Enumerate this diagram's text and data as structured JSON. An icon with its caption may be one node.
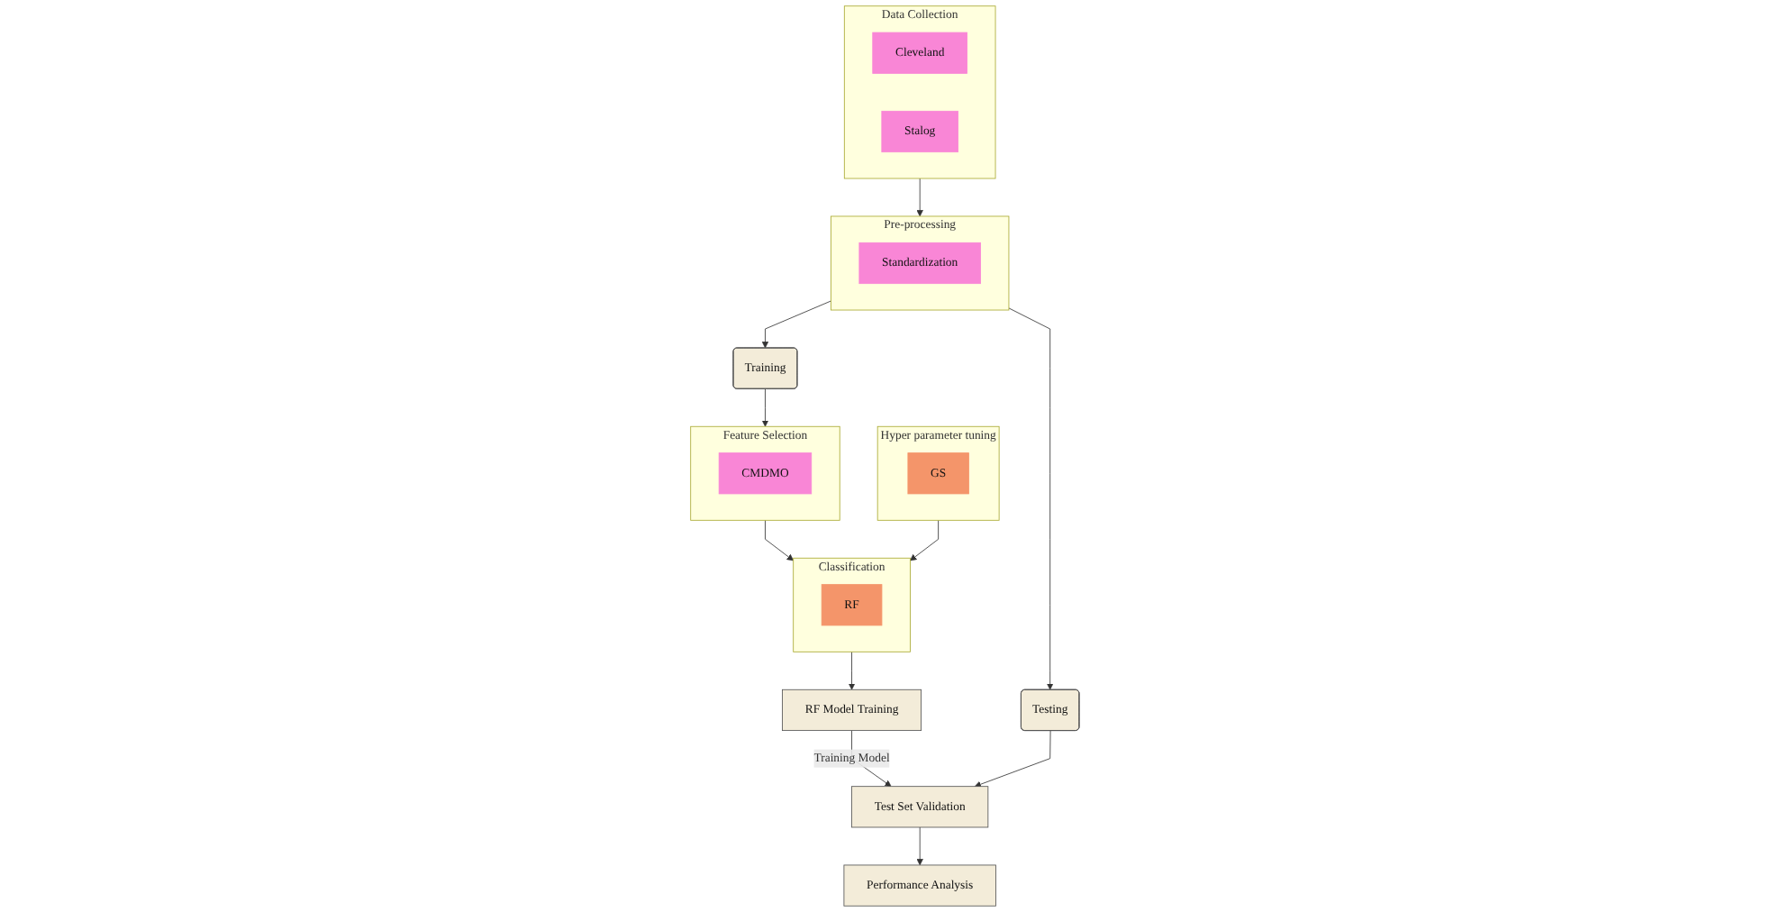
{
  "diagram": {
    "nodes": [
      {
        "text": [
          "Data Collection"
        ]
      },
      {
        "text": [
          "Cleveland"
        ],
        "in": 0
      },
      {
        "text": [
          "Stalog"
        ],
        "in": 0
      },
      {
        "text": [
          "Pre-processing"
        ]
      },
      {
        "text": [
          "Standardization"
        ],
        "in": 3
      },
      {
        "text": [
          "Testing"
        ]
      },
      {
        "text": [
          "Training"
        ]
      },
      {
        "text": [
          "Feature Selection"
        ]
      },
      {
        "text": [
          "CMDMO"
        ],
        "in": 7
      },
      {
        "text": [
          "Classification"
        ]
      },
      {
        "text": [
          "RF"
        ],
        "in": 9
      },
      {
        "text": [
          "Hyper parameter tuning"
        ]
      },
      {
        "text": [
          "GS"
        ],
        "in": 11
      },
      {
        "text": [
          "RF Model Training"
        ]
      },
      {
        "text": [
          "Test Set Validation"
        ]
      },
      {
        "text": [
          "Performance Analysis"
        ]
      }
    ],
    "edges": [
      {
        "from": 0,
        "to": 3,
        "arrow": "to"
      },
      {
        "from": 3,
        "to": 5,
        "arrow": "to"
      },
      {
        "from": 3,
        "to": 6,
        "arrow": "to"
      },
      {
        "from": 6,
        "to": 7,
        "arrow": "to"
      },
      {
        "from": 7,
        "to": 9,
        "arrow": "to"
      },
      {
        "from": 11,
        "to": 9,
        "arrow": "to"
      },
      {
        "from": 9,
        "to": 13,
        "arrow": "to"
      },
      {
        "from": 13,
        "to": 14,
        "arrow": "to",
        "label": "Training Model"
      },
      {
        "from": 5,
        "to": 14,
        "arrow": "to"
      },
      {
        "from": 14,
        "to": 15,
        "arrow": "to"
      }
    ]
  }
}
